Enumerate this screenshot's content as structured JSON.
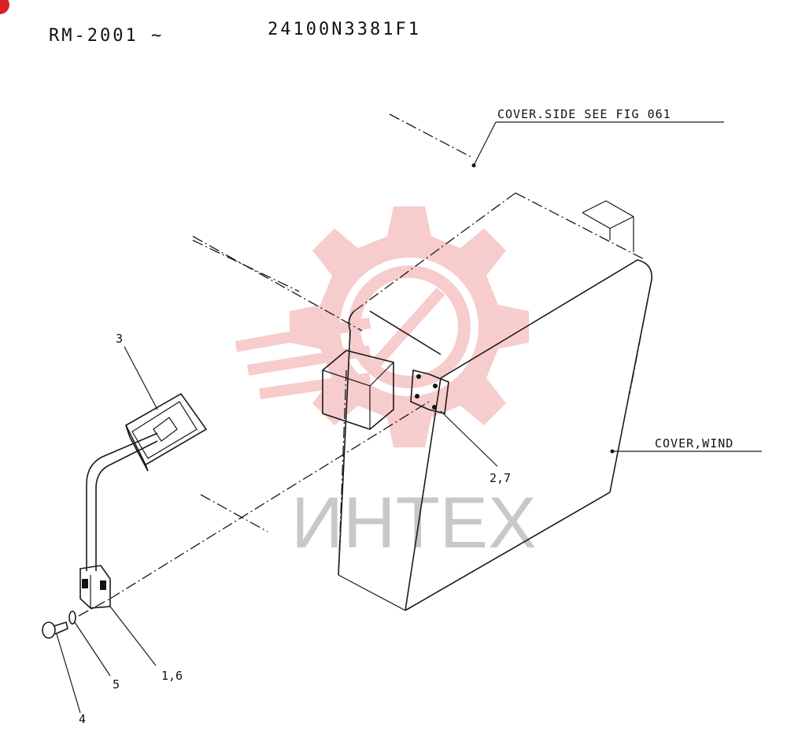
{
  "header": {
    "model": "RM-2001 ~",
    "part_code": "24100N3381F1"
  },
  "callouts": {
    "cover_side": "COVER.SIDE SEE FIG 061",
    "cover_wind": "COVER,WIND"
  },
  "part_numbers": {
    "p3": "3",
    "p27": "2,7",
    "p16": "1,6",
    "p5": "5",
    "p4": "4"
  },
  "watermark": {
    "text": "ИНТЕХ",
    "color": "#f0a0a0"
  }
}
